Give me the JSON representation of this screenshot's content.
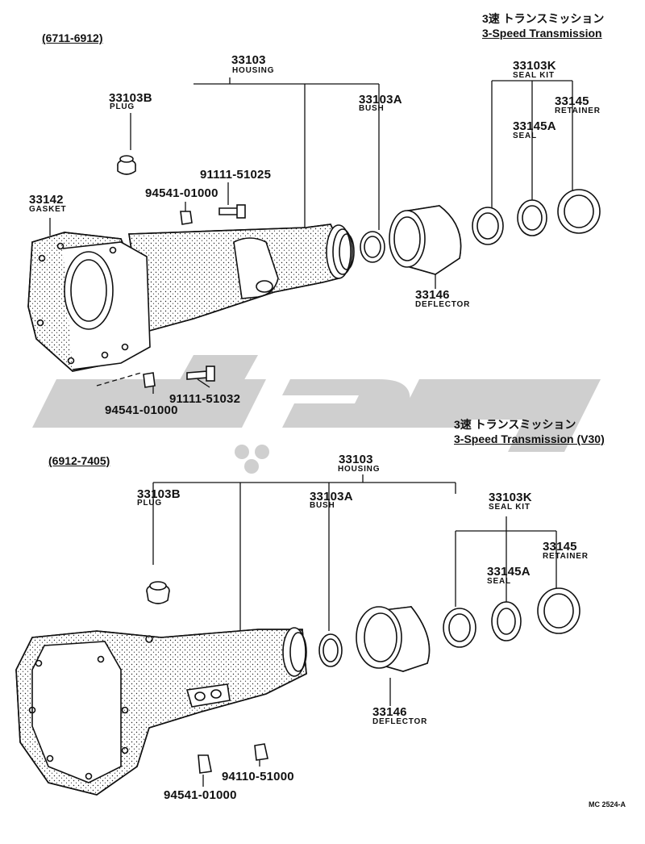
{
  "watermark": {
    "text": "ﮔﻮﭘﺎ",
    "color": "#cfcfcf"
  },
  "top": {
    "period": "(6711-6912)",
    "title_jp": "3速 トランスミッション",
    "title_en": "3-Speed Transmission",
    "parts": {
      "housing": {
        "num": "33103",
        "name": "HOUSING"
      },
      "plug": {
        "num": "33103B",
        "name": "PLUG"
      },
      "bush": {
        "num": "33103A",
        "name": "BUSH"
      },
      "seal_kit": {
        "num": "33103K",
        "name": "SEAL KIT"
      },
      "retainer": {
        "num": "33145",
        "name": "RETAINER"
      },
      "seal": {
        "num": "33145A",
        "name": "SEAL"
      },
      "gasket": {
        "num": "33142",
        "name": "GASKET"
      },
      "deflector": {
        "num": "33146",
        "name": "DEFLECTOR"
      },
      "bolt_a": {
        "num": "91111-51025"
      },
      "washer_a": {
        "num": "94541-01000"
      },
      "bolt_b": {
        "num": "91111-51032"
      },
      "washer_b": {
        "num": "94541-01000"
      }
    }
  },
  "bottom": {
    "period": "(6912-7405)",
    "title_jp": "3速 トランスミッション",
    "title_en": "3-Speed Transmission (V30)",
    "parts": {
      "housing": {
        "num": "33103",
        "name": "HOUSING"
      },
      "plug": {
        "num": "33103B",
        "name": "PLUG"
      },
      "bush": {
        "num": "33103A",
        "name": "BUSH"
      },
      "seal_kit": {
        "num": "33103K",
        "name": "SEAL KIT"
      },
      "retainer": {
        "num": "33145",
        "name": "RETAINER"
      },
      "seal": {
        "num": "33145A",
        "name": "SEAL"
      },
      "deflector": {
        "num": "33146",
        "name": "DEFLECTOR"
      },
      "washer": {
        "num": "94541-01000"
      },
      "nut": {
        "num": "94110-51000"
      }
    }
  },
  "drawing_code": "MC 2524-A"
}
